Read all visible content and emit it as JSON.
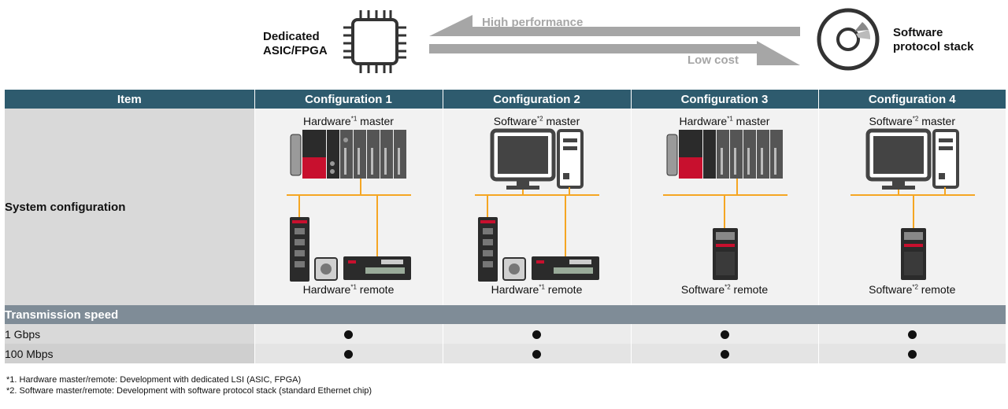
{
  "banner": {
    "left_label_line1": "Dedicated",
    "left_label_line2": "ASIC/FPGA",
    "right_label_line1": "Software",
    "right_label_line2": "protocol stack",
    "arrow_top_label": "High performance",
    "arrow_bottom_label": "Low cost",
    "left_icon": "chip-icon",
    "right_icon": "disc-icon"
  },
  "table": {
    "headers": [
      "Item",
      "Configuration 1",
      "Configuration 2",
      "Configuration 3",
      "Configuration 4"
    ],
    "system_row_label": "System configuration",
    "configs": [
      {
        "master_prefix": "Hardware",
        "master_note": "*1",
        "master_suffix": " master",
        "remote_prefix": "Hardware",
        "remote_note": "*1",
        "remote_suffix": " remote"
      },
      {
        "master_prefix": "Software",
        "master_note": "*2",
        "master_suffix": " master",
        "remote_prefix": "Hardware",
        "remote_note": "*1",
        "remote_suffix": " remote"
      },
      {
        "master_prefix": "Hardware",
        "master_note": "*1",
        "master_suffix": " master",
        "remote_prefix": "Software",
        "remote_note": "*2",
        "remote_suffix": " remote"
      },
      {
        "master_prefix": "Software",
        "master_note": "*2",
        "master_suffix": " master",
        "remote_prefix": "Software",
        "remote_note": "*2",
        "remote_suffix": " remote"
      }
    ],
    "section_label": "Transmission speed",
    "speed_rows": [
      {
        "label": "1 Gbps",
        "supported": [
          true,
          true,
          true,
          true
        ]
      },
      {
        "label": "100 Mbps",
        "supported": [
          true,
          true,
          true,
          true
        ]
      }
    ]
  },
  "footnotes": [
    "*1. Hardware master/remote: Development with dedicated LSI (ASIC, FPGA)",
    "*2. Software master/remote: Development with software protocol stack (standard Ethernet chip)"
  ],
  "colors": {
    "header_bg": "#2e5b6e",
    "section_bg": "#7f8c97",
    "network_line": "#f5a623",
    "plc_red": "#c8102e",
    "arrow_gray": "#a6a6a6"
  }
}
